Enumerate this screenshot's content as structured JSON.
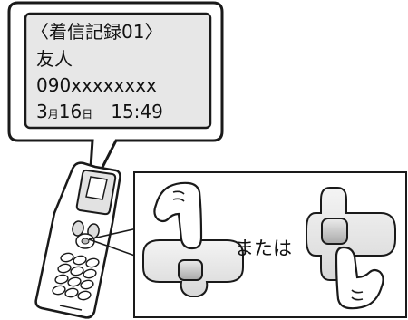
{
  "callout": {
    "title": "〈着信記録01〉",
    "name": "友人",
    "number": "090xxxxxxxx",
    "date_month_num": "3",
    "date_month_unit": "月",
    "date_day_num": "16",
    "date_day_unit": "日",
    "time": "15:49"
  },
  "instruction": {
    "or_text": "または"
  }
}
